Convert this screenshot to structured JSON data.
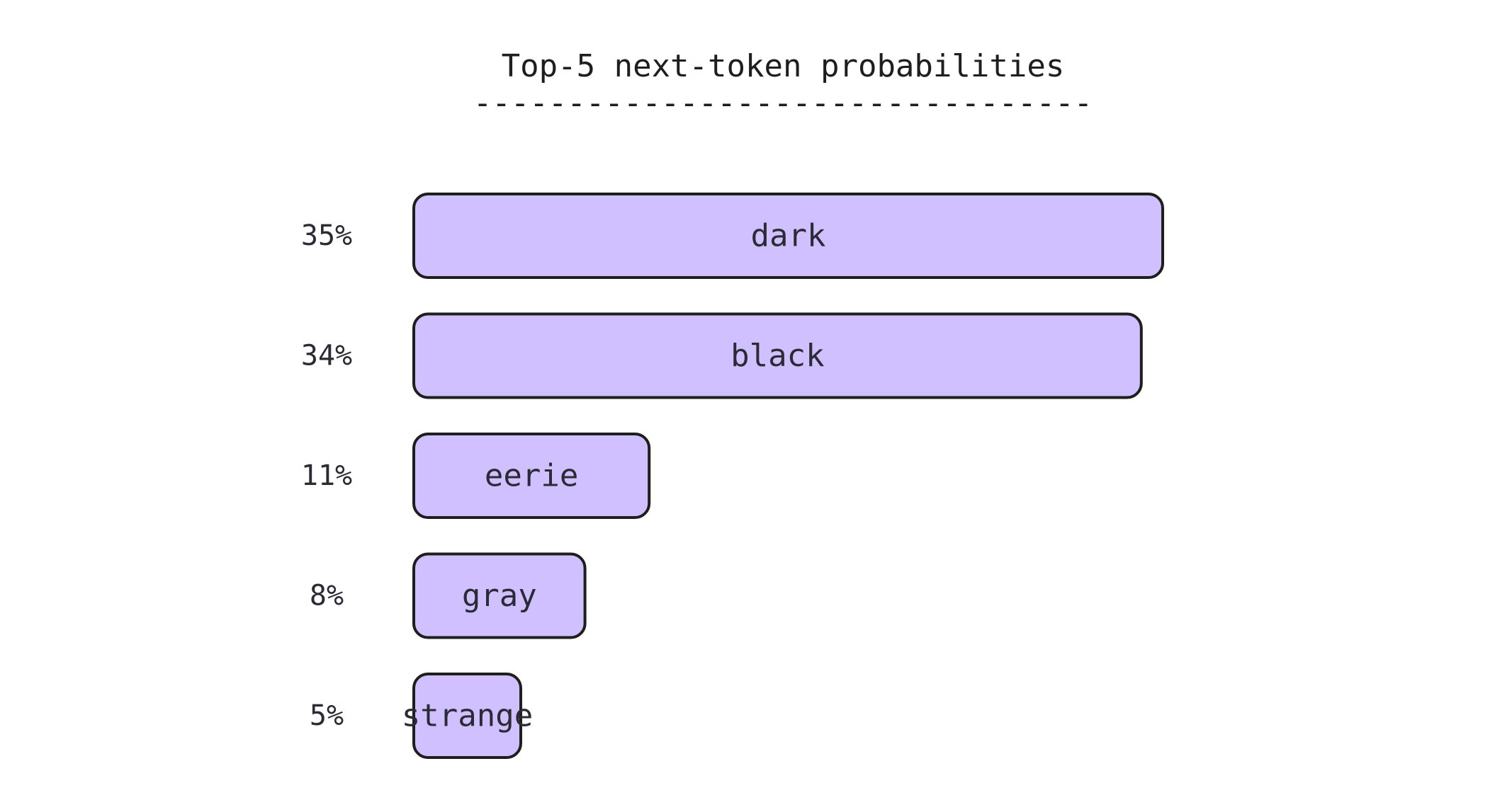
{
  "chart_data": {
    "type": "bar",
    "orientation": "horizontal",
    "title": "Top-5 next-token probabilities",
    "title_rule": "---------------------------------",
    "categories": [
      "dark",
      "black",
      "eerie",
      "gray",
      "strange"
    ],
    "values": [
      35,
      34,
      11,
      8,
      5
    ],
    "value_labels": [
      "35%",
      "34%",
      "11%",
      "8%",
      "5%"
    ],
    "unit": "%",
    "xlabel": "",
    "ylabel": "",
    "grid": false,
    "legend": "none",
    "colors": {
      "bar_fill": "#d0c0ff",
      "bar_stroke": "#1e1e1e",
      "text": "#2b2b36",
      "background": "#ffffff"
    }
  }
}
